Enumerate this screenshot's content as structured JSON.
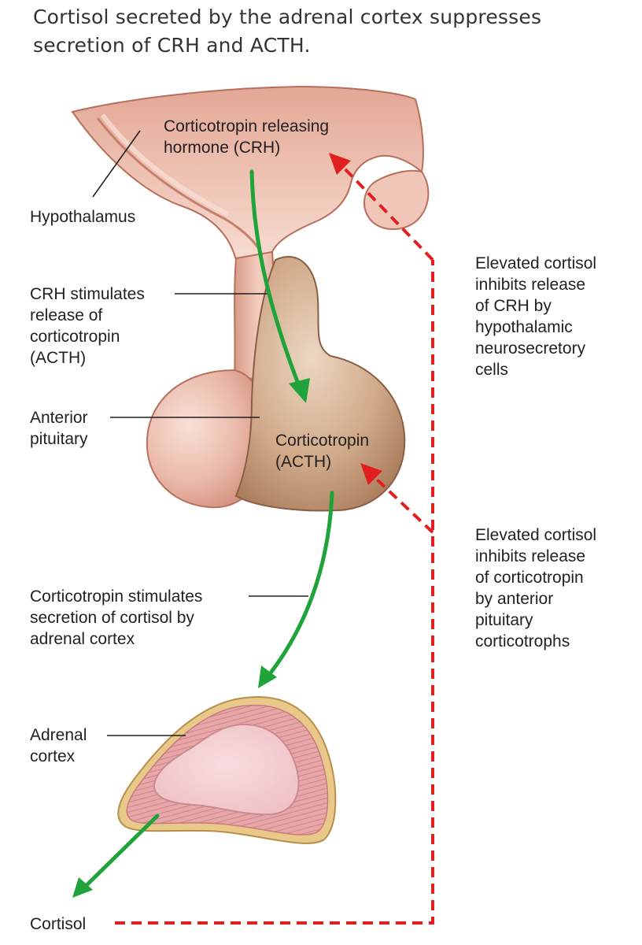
{
  "caption": {
    "line1": "Cortisol secreted by the adrenal cortex suppresses",
    "line2": "secretion of CRH and ACTH."
  },
  "labels": {
    "hypothalamus": "Hypothalamus",
    "crh_hormone": [
      "Corticotropin releasing",
      "hormone (CRH)"
    ],
    "crh_stimulates": [
      "CRH stimulates",
      "release of",
      "corticotropin",
      "(ACTH)"
    ],
    "anterior_pituitary": [
      "Anterior",
      "pituitary"
    ],
    "acth": [
      "Corticotropin",
      "(ACTH)"
    ],
    "acth_stimulates": [
      "Corticotropin stimulates",
      "secretion of cortisol by",
      "adrenal cortex"
    ],
    "adrenal_cortex": [
      "Adrenal",
      "cortex"
    ],
    "cortisol": "Cortisol",
    "inhibit_crh": [
      "Elevated cortisol",
      "inhibits release",
      "of CRH by",
      "hypothalamic",
      "neurosecretory",
      "cells"
    ],
    "inhibit_acth": [
      "Elevated cortisol",
      "inhibits release",
      "of corticotropin",
      "by anterior",
      "pituitary",
      "corticotrophs"
    ]
  },
  "colors": {
    "stimulation_arrow": "#1fa33a",
    "inhibition_arrow": "#e0201e",
    "tissue_pink": "#e9b4a4",
    "pituitary_anterior": "#c8a181",
    "adrenal_capsule": "#e8c98a",
    "adrenal_medulla": "#f3cfd3"
  }
}
